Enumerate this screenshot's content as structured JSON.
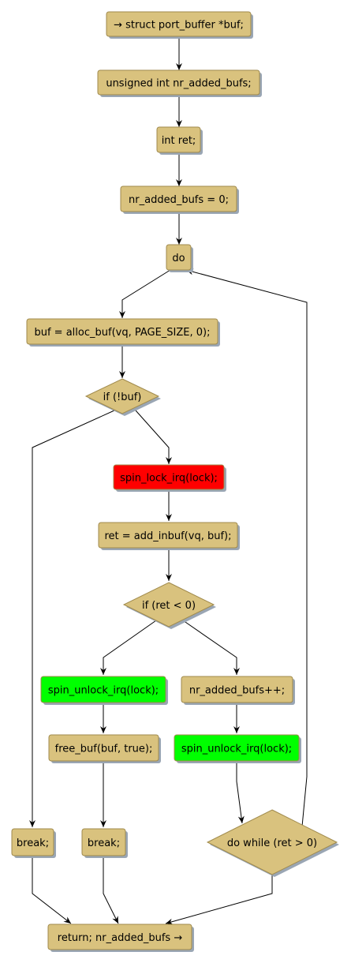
{
  "colors": {
    "node_fill": "#d9c27e",
    "node_stroke": "#a08a4c",
    "shadow": "#9aa6b4",
    "lock_fill": "#ff0000",
    "unlock_fill": "#00ff00",
    "edge": "#000000"
  },
  "nodes": {
    "struct_buf": "→ struct port_buffer *buf;",
    "decl_nr": "unsigned int nr_added_bufs;",
    "decl_ret": "int ret;",
    "init_nr": "nr_added_bufs = 0;",
    "do": "do",
    "alloc": "buf = alloc_buf(vq, PAGE_SIZE, 0);",
    "if_buf": "if (!buf)",
    "lock": "spin_lock_irq(lock);",
    "add_inbuf": "ret = add_inbuf(vq, buf);",
    "if_ret": "if (ret < 0)",
    "unlock_left": "spin_unlock_irq(lock);",
    "nr_inc": "nr_added_bufs++;",
    "free_buf": "free_buf(buf, true);",
    "unlock_right": "spin_unlock_irq(lock);",
    "break_1": "break;",
    "break_2": "break;",
    "do_while": "do while (ret > 0)",
    "return": "return; nr_added_bufs →"
  }
}
